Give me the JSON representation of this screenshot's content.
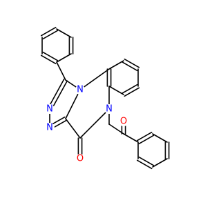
{
  "molecule": {
    "atoms": [
      {
        "label": "N",
        "color": "#0000ff"
      },
      {
        "label": "N",
        "color": "#0000ff"
      },
      {
        "label": "N",
        "color": "#0000ff"
      },
      {
        "label": "N",
        "color": "#0000ff"
      },
      {
        "label": "O",
        "color": "#ff0000"
      },
      {
        "label": "O",
        "color": "#ff0000"
      }
    ],
    "bond_color": "#000000"
  }
}
